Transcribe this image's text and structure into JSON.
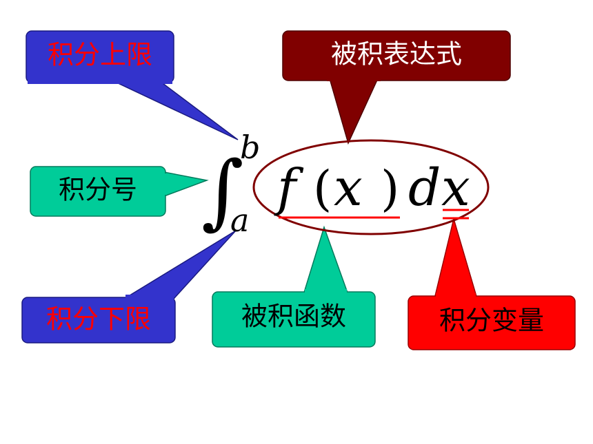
{
  "callouts": {
    "upper_limit": {
      "label": "积分上限",
      "fill": "#3333cc",
      "text_color": "#ff0000"
    },
    "integrand_expr": {
      "label": "被积表达式",
      "fill": "#800000",
      "text_color": "#ffffff"
    },
    "integral_sign": {
      "label": "积分号",
      "fill": "#00cc99",
      "text_color": "#000000"
    },
    "lower_limit": {
      "label": "积分下限",
      "fill": "#3333cc",
      "text_color": "#ff0000"
    },
    "integrand_func": {
      "label": "被积函数",
      "fill": "#00cc99",
      "text_color": "#000000"
    },
    "integration_var": {
      "label": "积分变量",
      "fill": "#ff0000",
      "text_color": "#000000"
    }
  },
  "formula": {
    "integral_symbol": "∫",
    "upper": "b",
    "lower": "a",
    "f": "f",
    "paren_open": "(",
    "x_arg": "x",
    "paren_close": ")",
    "d": "d",
    "x_var": "x"
  },
  "colors": {
    "ellipse_stroke": "#800000",
    "underline": "#ff0000",
    "formula_text": "#000000"
  }
}
